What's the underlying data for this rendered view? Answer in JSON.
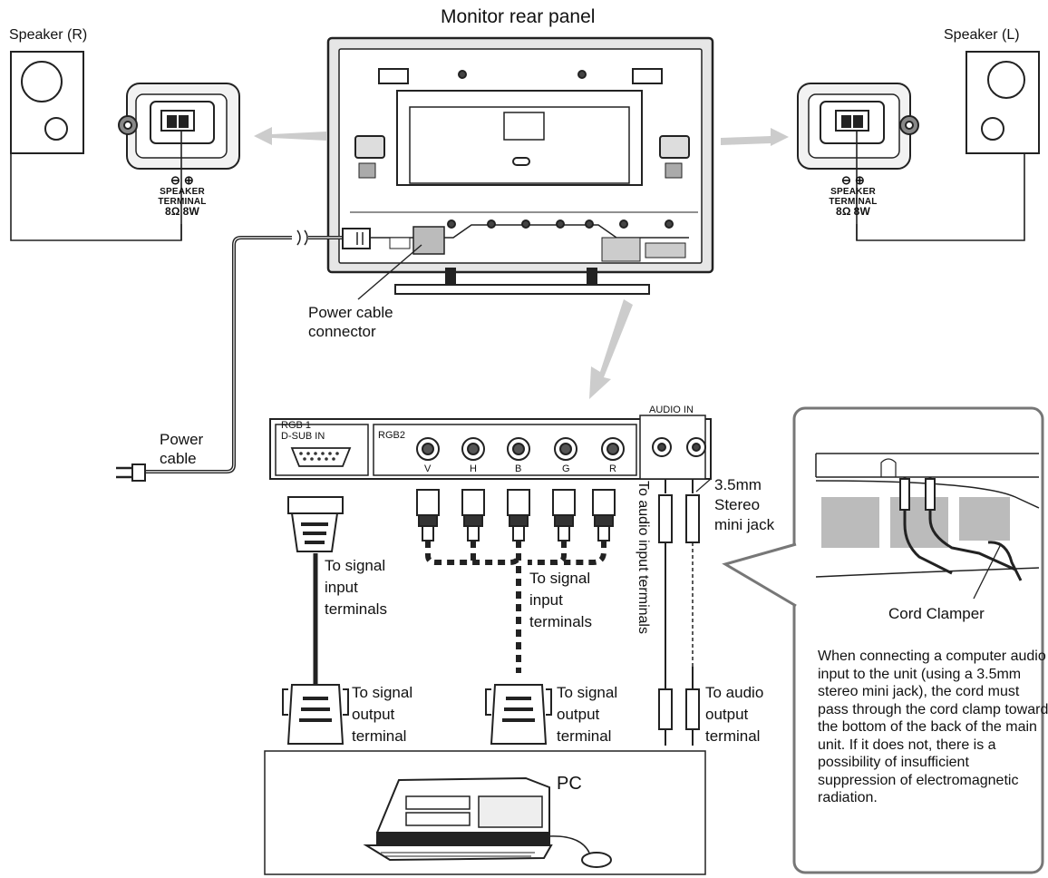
{
  "title": "Monitor rear panel",
  "speakers": {
    "right": {
      "label": "Speaker (R)"
    },
    "left": {
      "label": "Speaker (L)"
    },
    "polarity": "⊖ ⊕",
    "terminal_line1": "SPEAKER",
    "terminal_line2": "TERMINAL",
    "impedance": "8Ω",
    "power": "8W"
  },
  "power": {
    "connector_label_line1": "Power cable",
    "connector_label_line2": "connector",
    "cable_label_line1": "Power",
    "cable_label_line2": "cable"
  },
  "panel": {
    "rgb1_line1": "RGB 1",
    "rgb1_line2": "D-SUB IN",
    "rgb2": "RGB2",
    "bnc_labels": [
      "V",
      "H",
      "B",
      "G",
      "R"
    ],
    "audio_in": "AUDIO IN"
  },
  "labels": {
    "to_signal_input_1": [
      "To signal",
      "input",
      "terminals"
    ],
    "to_signal_input_2": [
      "To signal",
      "input",
      "terminals"
    ],
    "to_signal_output_1": [
      "To signal",
      "output",
      "terminal"
    ],
    "to_signal_output_2": [
      "To signal",
      "output",
      "terminal"
    ],
    "to_audio_input": "To audio input terminals",
    "stereo_jack": [
      "3.5mm",
      "Stereo",
      "mini jack"
    ],
    "to_audio_output": [
      "To audio",
      "output",
      "terminal"
    ],
    "pc": "PC"
  },
  "callout": {
    "cord_clamper": "Cord Clamper",
    "note": "When connecting a computer audio input to the unit (using a 3.5mm stereo mini jack), the cord must pass through the cord clamp toward the bottom of the back of the main unit. If it does not, there is a possibility of insufficient suppression of electromagnetic radiation."
  }
}
